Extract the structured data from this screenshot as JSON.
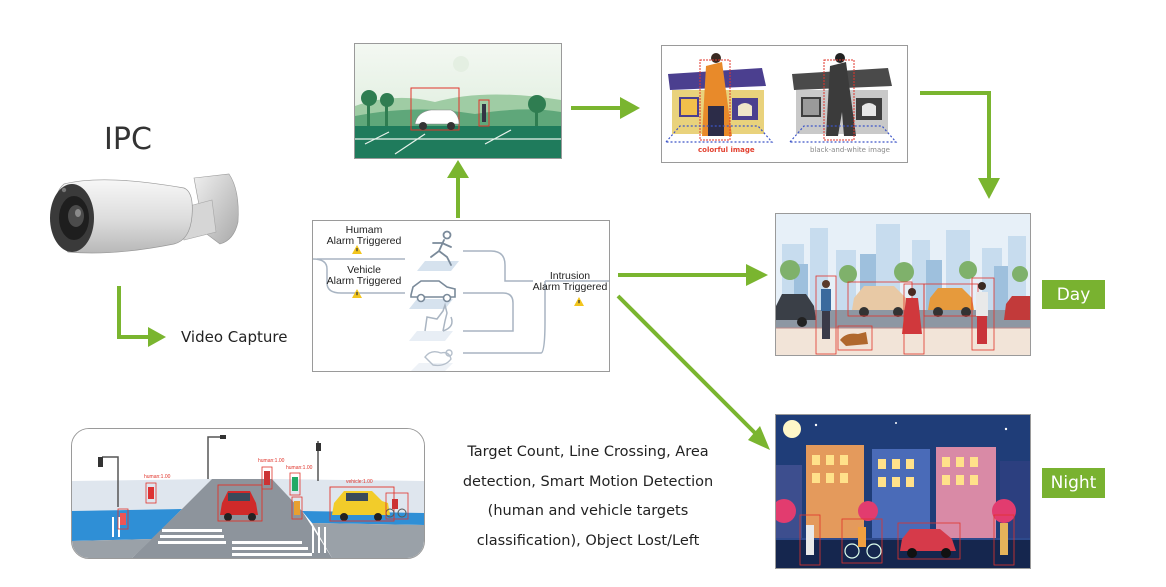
{
  "ipc_title": "IPC",
  "video_capture_label": "Video Capture",
  "flow": {
    "human_line1": "Humam",
    "human_line2": "Alarm Triggered",
    "vehicle_line1": "Vehicle",
    "vehicle_line2": "Alarm Triggered",
    "intrusion_line1": "Intrusion",
    "intrusion_line2": "Alarm Triggered"
  },
  "color_compare": {
    "colorful_label": "colorful image",
    "bw_label": "black-and-white image"
  },
  "day_label": "Day",
  "night_label": "Night",
  "street_labels": {
    "human_a": "human:1.00",
    "human_b": "human:1.00",
    "human_c": "human:1.00",
    "vehicle": "vehicle:1.00"
  },
  "description_lines": [
    "Target Count, Line Crossing, Area",
    "detection, Smart Motion Detection",
    "(human and vehicle targets",
    "classification), Object Lost/Left"
  ],
  "colors": {
    "accent_green": "#79b230",
    "arrow_green": "#7ab52f",
    "detect_red": "#e0342b",
    "colorful_text": "#e2402f"
  }
}
